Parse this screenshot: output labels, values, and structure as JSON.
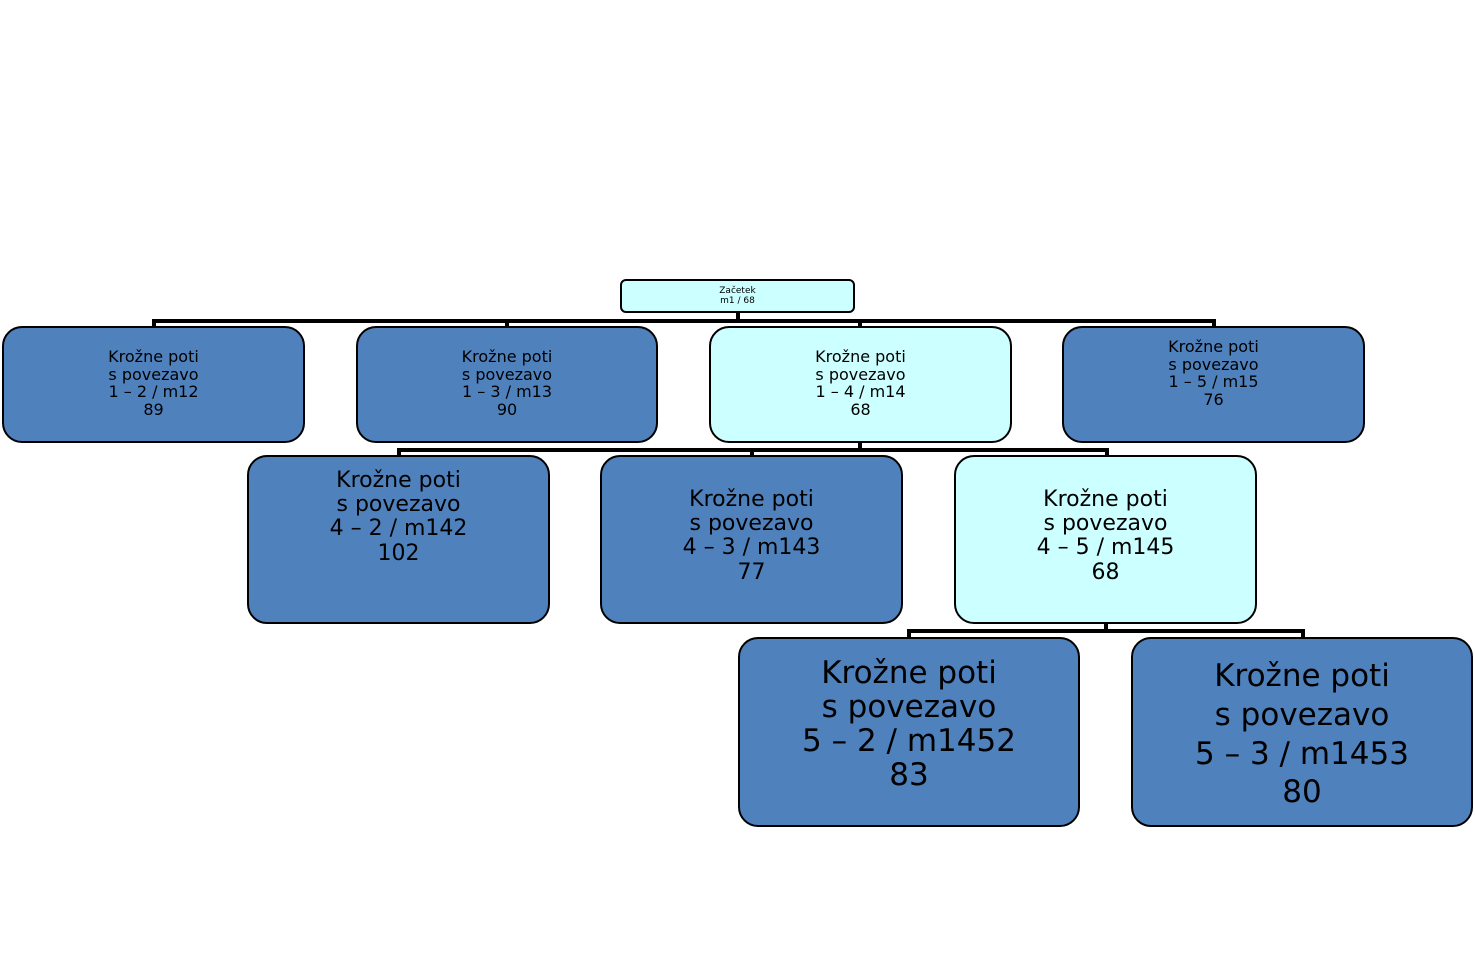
{
  "colors": {
    "node_dark": "#4f81bd",
    "node_light": "#ccffff",
    "connector": "#000000"
  },
  "nodes": {
    "root": {
      "lines": [
        "Začetek",
        "m1 / 68"
      ]
    },
    "level1": [
      {
        "lines": [
          "Krožne poti",
          "s povezavo",
          "1 – 2 / m12",
          "89"
        ]
      },
      {
        "lines": [
          "Krožne poti",
          "s povezavo",
          "1 – 3 / m13",
          "90"
        ]
      },
      {
        "lines": [
          "Krožne poti",
          "s povezavo",
          "1 – 4 / m14",
          "68"
        ]
      },
      {
        "lines": [
          "Krožne poti",
          "s povezavo",
          "1 – 5 / m15",
          "76"
        ]
      }
    ],
    "level2": [
      {
        "lines": [
          "Krožne poti",
          "s povezavo",
          "4 – 2 / m142",
          "102"
        ]
      },
      {
        "lines": [
          "Krožne poti",
          "s povezavo",
          "4 – 3 / m143",
          "77"
        ]
      },
      {
        "lines": [
          "Krožne poti",
          "s povezavo",
          "4 – 5 / m145",
          "68"
        ]
      }
    ],
    "level3": [
      {
        "lines": [
          "Krožne poti",
          "s povezavo",
          "5 – 2 / m1452",
          "83"
        ]
      },
      {
        "lines": [
          "Krožne poti",
          "s povezavo",
          "5 – 3 / m1453",
          "80"
        ]
      }
    ]
  }
}
